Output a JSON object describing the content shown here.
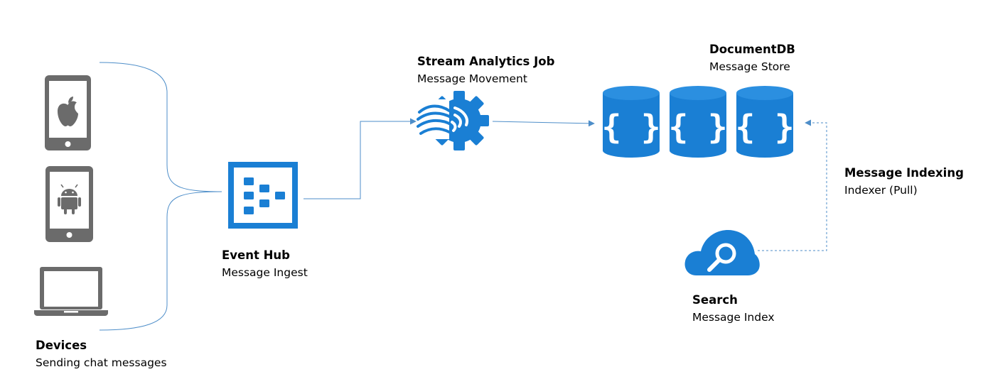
{
  "colors": {
    "azure_blue": "#1a7fd4",
    "device_gray": "#6b6b6b",
    "connector": "#4e8ec9"
  },
  "nodes": {
    "devices": {
      "title": "Devices",
      "subtitle": "Sending chat messages",
      "icons": [
        "apple-phone-icon",
        "android-phone-icon",
        "laptop-icon"
      ]
    },
    "event_hub": {
      "title": "Event Hub",
      "subtitle": "Message Ingest",
      "icon": "event-hub-icon"
    },
    "stream_analytics": {
      "title": "Stream Analytics Job",
      "subtitle": "Message Movement",
      "icon": "stream-analytics-icon"
    },
    "documentdb": {
      "title": "DocumentDB",
      "subtitle": "Message Store",
      "icon": "documentdb-icon"
    },
    "indexing": {
      "title": "Message Indexing",
      "subtitle": "Indexer (Pull)"
    },
    "search": {
      "title": "Search",
      "subtitle": "Message Index",
      "icon": "search-cloud-icon"
    }
  }
}
